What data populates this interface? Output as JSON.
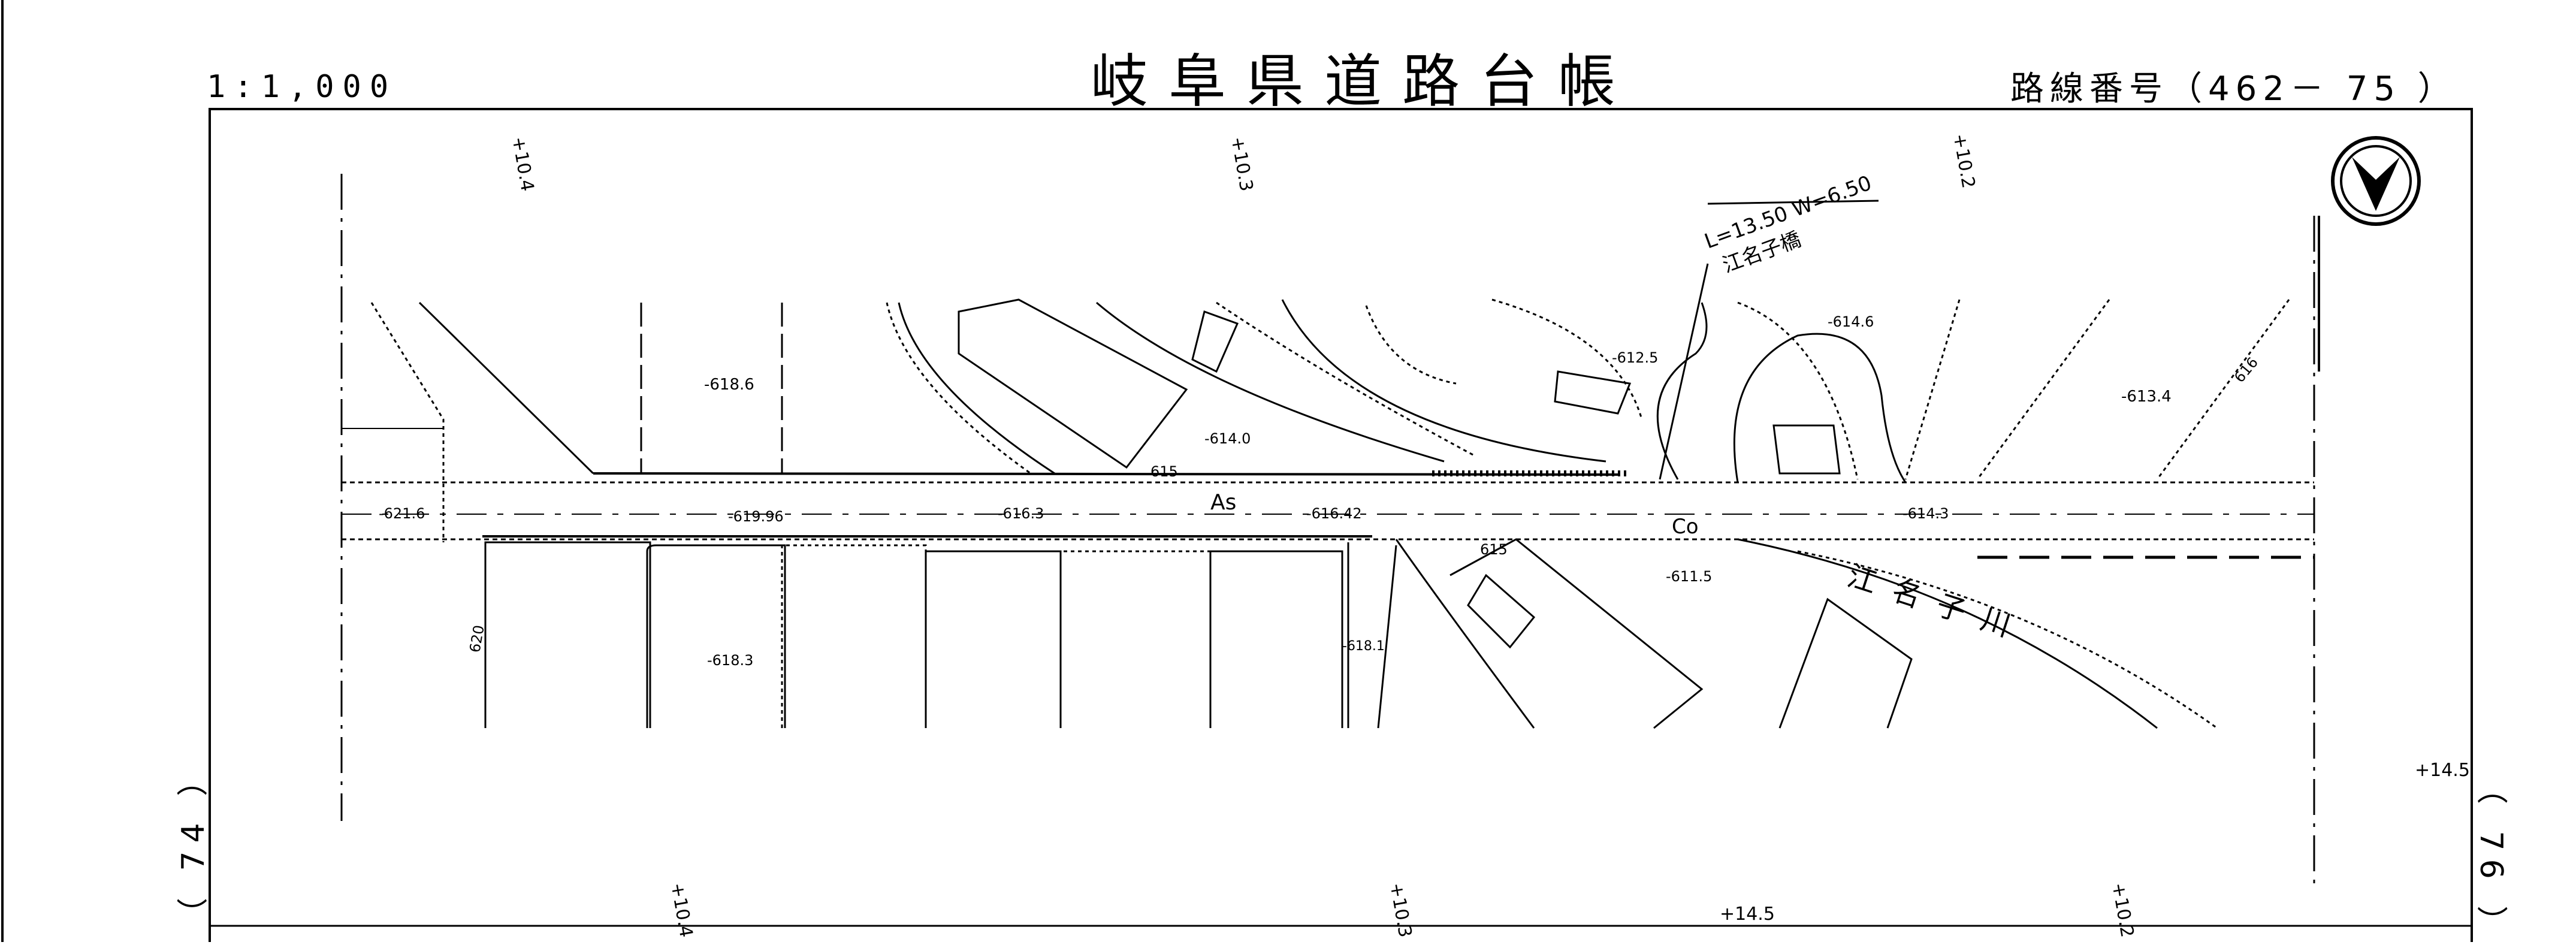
{
  "sheet": {
    "scale": "1:1,000",
    "title": "岐阜県道路台帳",
    "route_number": "路線番号（462－ 75 ）",
    "left_adjacent": "（ 74 ）",
    "right_adjacent": "（ 76 ）"
  },
  "map": {
    "bridge_dims": "L=13.50 W=6.50",
    "bridge_name": "江名子橋",
    "river_name": "江名子川",
    "surface_labels": [
      "As",
      "Co"
    ],
    "station_labels_top": [
      "+10.4",
      "+10.3",
      "+10.2"
    ],
    "station_labels_bottom": [
      "+10.4",
      "+10.3",
      "+14.5",
      "+10.2"
    ],
    "station_label_right": "+14.5",
    "elevations": [
      "-618.6",
      "-613.4",
      "-614.6",
      "-612.5",
      "-614.0",
      "-621.6",
      "-619.96",
      "-616.3",
      "-616.42",
      "-614.3",
      "-611.5",
      "-618.3",
      "-618.1"
    ],
    "contours": [
      "615",
      "615",
      "620",
      "616"
    ],
    "north_arrow": "north-arrow"
  }
}
